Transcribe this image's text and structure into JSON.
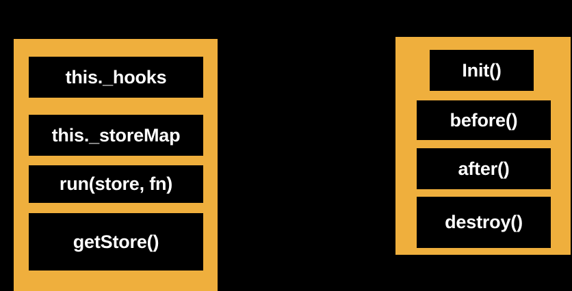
{
  "theme": {
    "background": "#000000",
    "panel_fill": "#efaf3d",
    "item_fill": "#000000",
    "item_text": "#ffffff"
  },
  "diagram": {
    "type": "two-column-class-diagram",
    "panels": [
      {
        "id": "left-panel",
        "name": "storage-members-panel",
        "items": [
          {
            "label": "this._hooks"
          },
          {
            "label": "this._storeMap"
          },
          {
            "label": "run(store, fn)"
          },
          {
            "label": "getStore()"
          }
        ]
      },
      {
        "id": "right-panel",
        "name": "lifecycle-hooks-panel",
        "items": [
          {
            "label": "Init()"
          },
          {
            "label": "before()"
          },
          {
            "label": "after()"
          },
          {
            "label": "destroy()"
          }
        ]
      }
    ]
  }
}
